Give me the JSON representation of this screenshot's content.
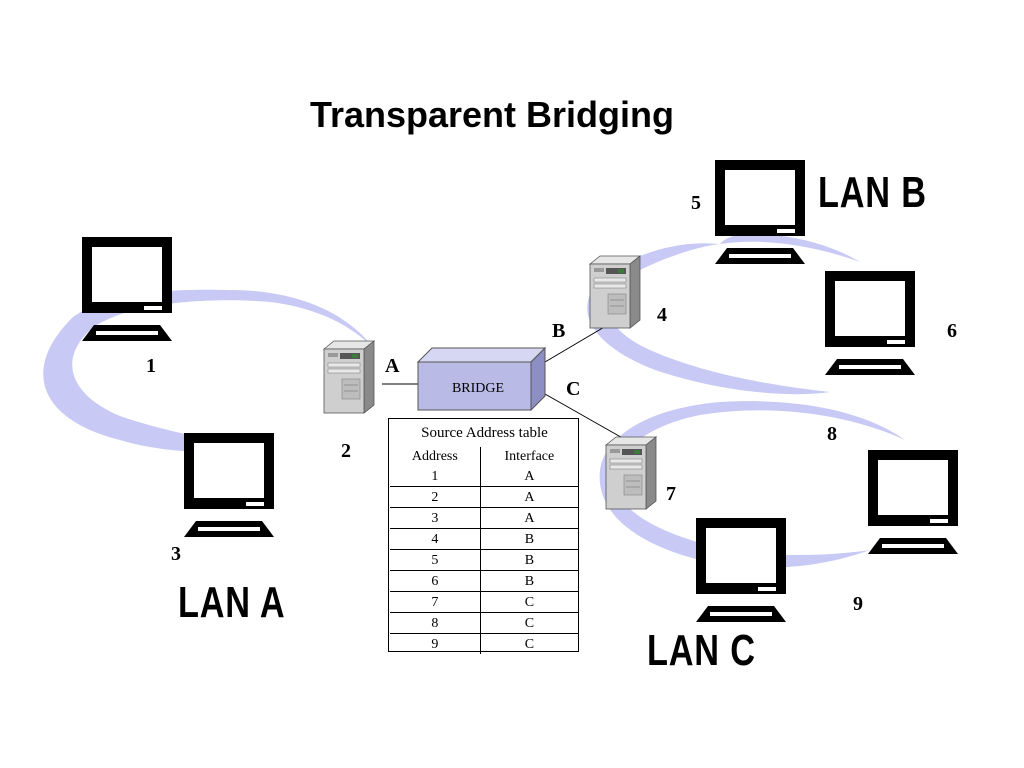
{
  "title": "Transparent Bridging",
  "bridge": {
    "label": "BRIDGE"
  },
  "ports": [
    "A",
    "B",
    "C"
  ],
  "lans": [
    "LAN A",
    "LAN B",
    "LAN C"
  ],
  "hosts": [
    "1",
    "2",
    "3",
    "4",
    "5",
    "6",
    "7",
    "8",
    "9"
  ],
  "table": {
    "caption": "Source Address table",
    "headers": [
      "Address",
      "Interface"
    ],
    "rows": [
      [
        "1",
        "A"
      ],
      [
        "2",
        "A"
      ],
      [
        "3",
        "A"
      ],
      [
        "4",
        "B"
      ],
      [
        "5",
        "B"
      ],
      [
        "6",
        "B"
      ],
      [
        "7",
        "C"
      ],
      [
        "8",
        "C"
      ],
      [
        "9",
        "C"
      ]
    ]
  },
  "colors": {
    "ring": "#c8caf5",
    "bridge_box": "#b9bbe6",
    "monitor": "#000000",
    "server": "#c8c8c8"
  }
}
